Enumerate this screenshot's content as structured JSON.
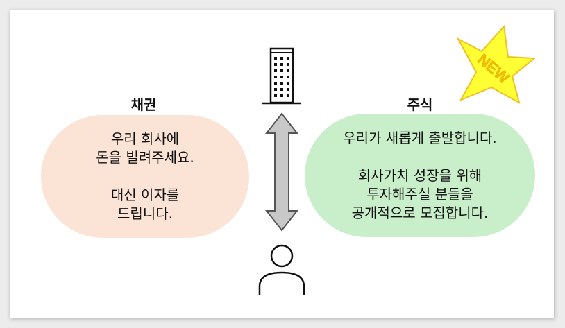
{
  "bond": {
    "title": "채권",
    "lines": [
      "우리 회사에",
      "돈을 빌려주세요.",
      "",
      "대신 이자를",
      "드립니다."
    ]
  },
  "stock": {
    "title": "주식",
    "lines": [
      "우리가 새롭게 출발합니다.",
      "",
      "회사가치 성장을 위해",
      "투자해주실 분들을",
      "공개적으로 모집합니다."
    ]
  },
  "badge": {
    "text": "NEW",
    "fill_color": "#ffff33",
    "stroke_color": "#f0c020",
    "text_color": "#f2c200"
  },
  "icons": {
    "top": "building-icon",
    "bottom": "person-icon",
    "connector": "double-arrow-icon"
  },
  "colors": {
    "bond_bubble": "#fbe3d6",
    "stock_bubble": "#c8efc9",
    "arrow_fill": "#c8c8c8",
    "arrow_stroke": "#555555"
  }
}
